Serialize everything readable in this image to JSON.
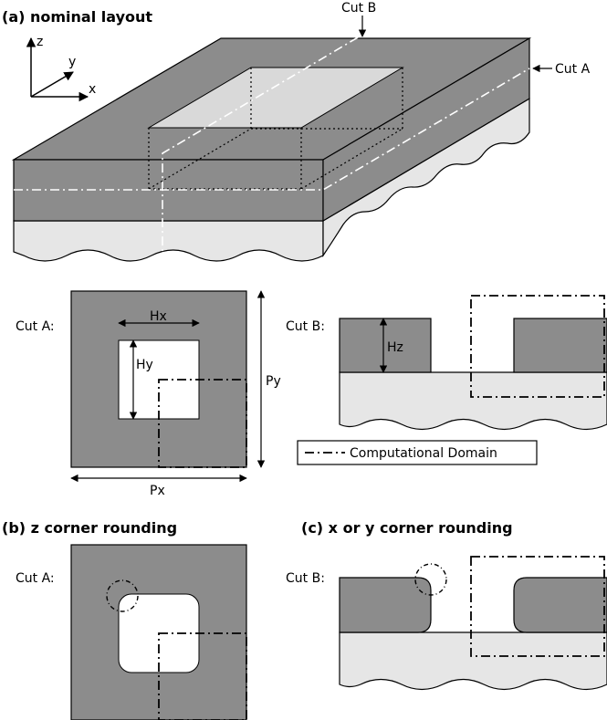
{
  "panels": {
    "a_title": "(a) nominal layout",
    "b_title": "(b) z corner rounding",
    "c_title": "(c) x or y corner rounding"
  },
  "axes": {
    "x": "x",
    "y": "y",
    "z": "z"
  },
  "cuts": {
    "cut_a": "Cut A:",
    "cut_b": "Cut B:",
    "cut_a_arrow": "Cut A",
    "cut_b_arrow": "Cut B"
  },
  "dimensions": {
    "hx": "Hx",
    "hy": "Hy",
    "hz": "Hz",
    "px": "Px",
    "py": "Py"
  },
  "legend": {
    "computational_domain": "Computational Domain"
  },
  "colors": {
    "dark_gray": "#8c8c8c",
    "light_gray": "#e6e6e6",
    "hole_gray": "#d9d9d9",
    "line": "#000000",
    "white_dash": "#ffffff"
  }
}
